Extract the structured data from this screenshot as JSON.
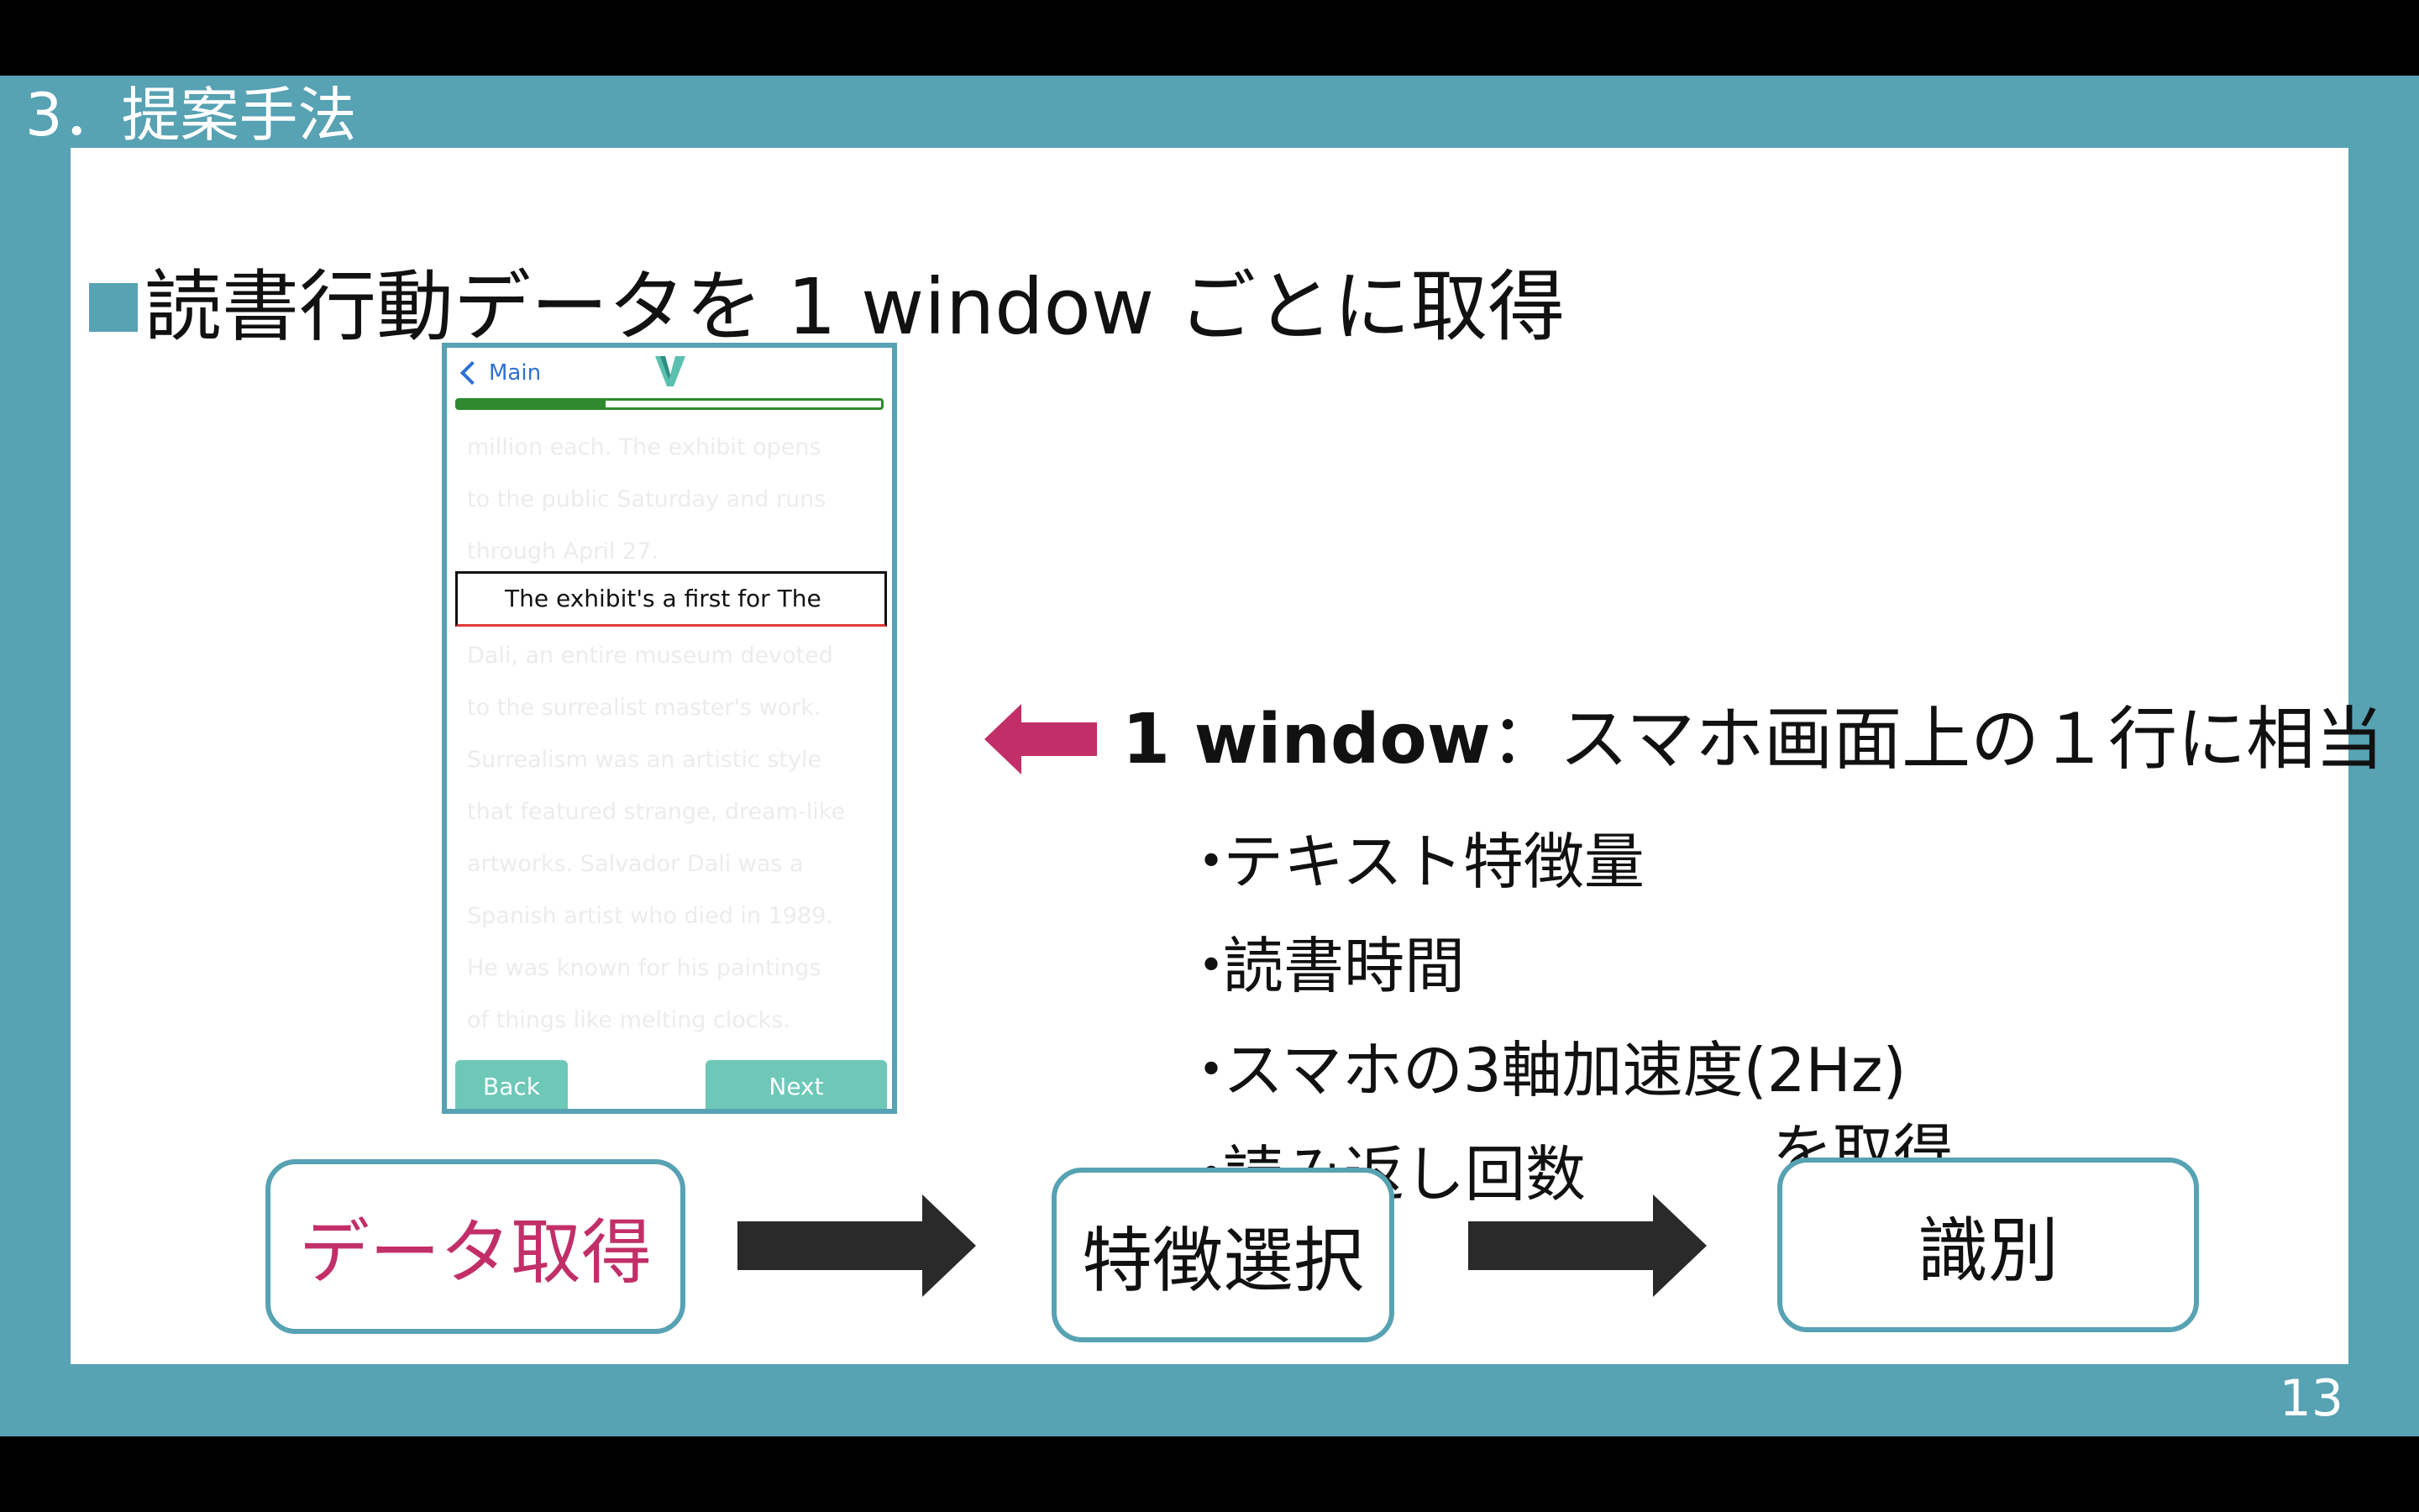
{
  "slide": {
    "section_title": "3．提案手法",
    "page_number": "13",
    "heading": "読書行動データを 1 window ごとに取得",
    "accent_color": "#57a2b3"
  },
  "phone": {
    "back_label": "Main",
    "progress": 0.35,
    "lines_before": [
      "million each. The exhibit opens",
      "to the public Saturday and runs",
      "through April 27."
    ],
    "active_line": "The exhibit's a first for The",
    "lines_after": [
      "Dali, an entire museum devoted",
      "to the surrealist master's work.",
      "Surrealism was an artistic style",
      "that featured strange, dream-like",
      "artworks. Salvador Dali was a",
      "Spanish artist who died in 1989.",
      "He was known for his paintings",
      "of things like melting clocks."
    ],
    "back_button": "Back",
    "next_button": "Next"
  },
  "annotation": {
    "window_term": "1 window",
    "window_definition": "：スマホ画面上の１行に相当",
    "features": [
      "テキスト特徴量",
      "読書時間",
      "スマホの3軸加速度(2Hz)",
      "読み返し回数"
    ],
    "bullet": "・",
    "suffix": "を取得",
    "arrow_color": "#c22f68"
  },
  "flow": {
    "step1": "データ取得",
    "step2": "特徴選択",
    "step3": "識別",
    "highlight_color": "#c22f68"
  }
}
